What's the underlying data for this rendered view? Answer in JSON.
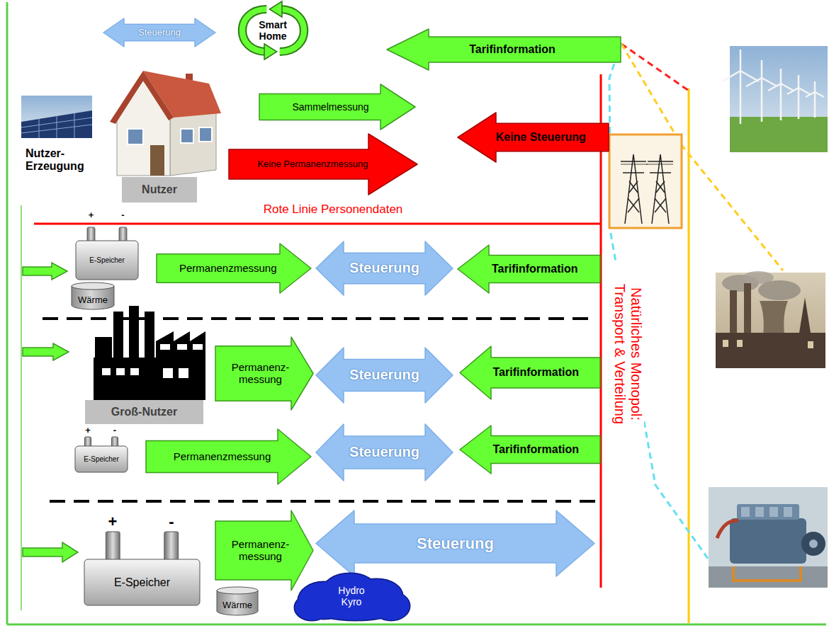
{
  "diagram": {
    "nodes": [
      {
        "text": [
          "Steuerung"
        ]
      },
      {
        "text": [
          "Smart Home"
        ]
      },
      {
        "text": [
          "Tarifinformation"
        ]
      },
      {
        "text": [
          "Nutzer"
        ]
      },
      {
        "text": [
          "Sammelmessung"
        ]
      },
      {
        "text": [
          "Keine Permanenzmessung"
        ]
      },
      {
        "text": [
          "Keine Steuerung"
        ]
      },
      {
        "text": [
          "E-Speicher"
        ]
      },
      {
        "text": [
          "Wärme"
        ]
      },
      {
        "text": [
          "Permanenzmessung"
        ]
      },
      {
        "text": [
          "Steuerung"
        ]
      },
      {
        "text": [
          "Tarifinformation"
        ]
      },
      {
        "text": [
          "Groß-Nutzer"
        ]
      },
      {
        "text": [
          "Permanenz- messung"
        ]
      },
      {
        "text": [
          "Steuerung"
        ]
      },
      {
        "text": [
          "Tarifinformation"
        ]
      },
      {
        "text": [
          "E-Speicher"
        ]
      },
      {
        "text": [
          "Permanenzmessung"
        ]
      },
      {
        "text": [
          "Steuerung"
        ]
      },
      {
        "text": [
          "Tarifinformation"
        ]
      },
      {
        "text": [
          "E-Speicher"
        ]
      },
      {
        "text": [
          "Permanenz- messung"
        ]
      },
      {
        "text": [
          "Steuerung"
        ]
      },
      {
        "text": [
          "Wärme"
        ]
      },
      {
        "text": [
          "Hydro Kyro"
        ]
      }
    ],
    "labels": [
      "Nutzer- Erzeugung",
      "Rote Linie Personendaten",
      "Natürliches Monopol: Transport & Verteilung",
      "+",
      "-",
      "+",
      "-",
      "+",
      "-"
    ]
  }
}
